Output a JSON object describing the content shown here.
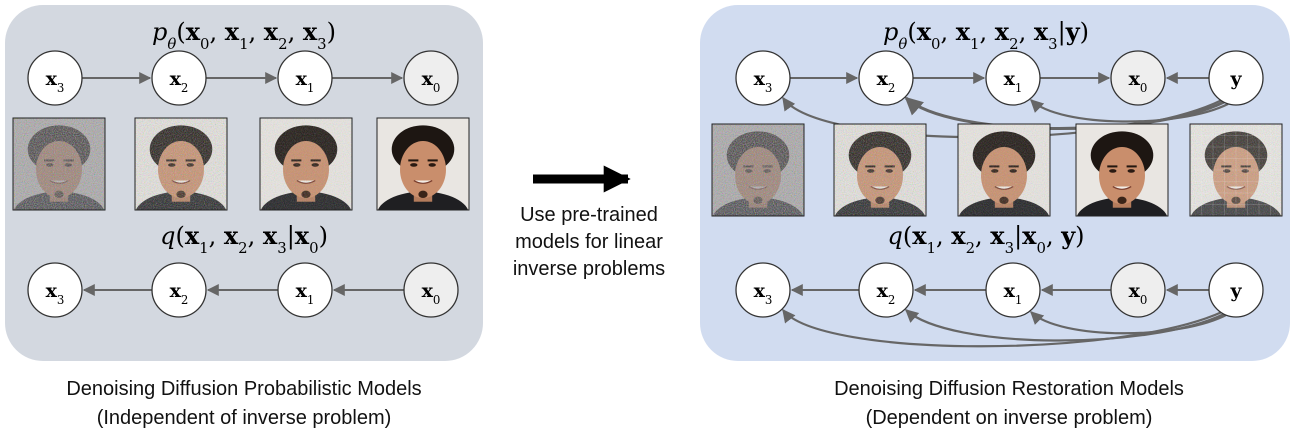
{
  "left_panel": {
    "top_formula": {
      "prefix": "p",
      "sub": "θ",
      "args": [
        [
          "x",
          "0"
        ],
        [
          "x",
          "1"
        ],
        [
          "x",
          "2"
        ],
        [
          "x",
          "3"
        ]
      ],
      "cond": null
    },
    "bottom_formula": {
      "prefix": "q",
      "sub": "",
      "args": [
        [
          "x",
          "1"
        ],
        [
          "x",
          "2"
        ],
        [
          "x",
          "3"
        ]
      ],
      "cond": [
        [
          "x",
          "0"
        ]
      ]
    },
    "top_nodes": [
      [
        "x",
        "3"
      ],
      [
        "x",
        "2"
      ],
      [
        "x",
        "1"
      ],
      [
        "x",
        "0"
      ]
    ],
    "bottom_nodes": [
      [
        "x",
        "3"
      ],
      [
        "x",
        "2"
      ],
      [
        "x",
        "1"
      ],
      [
        "x",
        "0"
      ]
    ],
    "image_noise_levels": [
      1.0,
      0.55,
      0.32,
      0.0
    ],
    "caption_line1": "Denoising Diffusion Probabilistic Models",
    "caption_line2": "(Independent of inverse problem)",
    "panel_color": "#d3d8e0"
  },
  "middle": {
    "line1": "Use pre-trained",
    "line2": "models for linear",
    "line3": "inverse problems"
  },
  "right_panel": {
    "top_formula": {
      "prefix": "p",
      "sub": "θ",
      "args": [
        [
          "x",
          "0"
        ],
        [
          "x",
          "1"
        ],
        [
          "x",
          "2"
        ],
        [
          "x",
          "3"
        ]
      ],
      "cond": [
        [
          "y",
          ""
        ]
      ]
    },
    "bottom_formula": {
      "prefix": "q",
      "sub": "",
      "args": [
        [
          "x",
          "1"
        ],
        [
          "x",
          "2"
        ],
        [
          "x",
          "3"
        ]
      ],
      "cond": [
        [
          "x",
          "0"
        ],
        [
          "y",
          ""
        ]
      ]
    },
    "top_nodes": [
      [
        "x",
        "3"
      ],
      [
        "x",
        "2"
      ],
      [
        "x",
        "1"
      ],
      [
        "x",
        "0"
      ],
      [
        "y",
        ""
      ]
    ],
    "bottom_nodes": [
      [
        "x",
        "3"
      ],
      [
        "x",
        "2"
      ],
      [
        "x",
        "1"
      ],
      [
        "x",
        "0"
      ],
      [
        "y",
        ""
      ]
    ],
    "image_noise_levels": [
      1.0,
      0.55,
      0.32,
      0.0,
      0.4
    ],
    "caption_line1": "Denoising Diffusion Restoration Models",
    "caption_line2": "(Dependent on inverse problem)",
    "panel_color": "#d1dcf0"
  },
  "colors": {
    "arrow": "#666666",
    "node_fill": "#ffffff",
    "node_fill_x0": "#eeeeee",
    "node_stroke": "#333333",
    "big_arrow": "#000000"
  }
}
